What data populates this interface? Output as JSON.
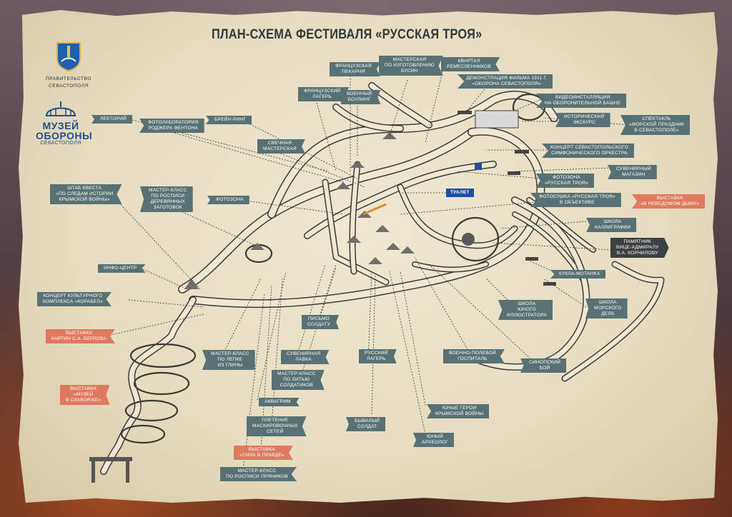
{
  "title": "ПЛАН-СХЕМА ФЕСТИВАЛЯ «РУССКАЯ ТРОЯ»",
  "logos": {
    "government_line1": "ПРАВИТЕЛЬСТВО",
    "government_line2": "СЕВАСТОПОЛЯ",
    "museum_line1": "МУЗЕЙ",
    "museum_line2": "ОБОРОНЫ",
    "museum_line3": "СЕВАСТОПОЛЯ"
  },
  "colors": {
    "label_default": "#577174",
    "label_exhibition": "#e07a5f",
    "label_monument": "#3d4042",
    "label_toilet": "#1e4fa0",
    "road_stroke": "#3a3a3a",
    "road_fill": "#efe7d2"
  },
  "labels": [
    {
      "id": "french-bakery",
      "text": "Французская\nпекарня",
      "style": "default"
    },
    {
      "id": "bead-workshop",
      "text": "Мастерская\nпо изготовлению\nбусин",
      "style": "default"
    },
    {
      "id": "artisans-quarter",
      "text": "Квартал\nремесленников",
      "style": "default"
    },
    {
      "id": "film-1911",
      "text": "Демонстрация фильма 1911 г.\n«Оборона Севастополя»",
      "style": "default"
    },
    {
      "id": "video-installation",
      "text": "Видеоинсталляция\nна Оборонительной башне",
      "style": "default"
    },
    {
      "id": "historical-tour",
      "text": "Исторический\nэкскурс",
      "style": "default"
    },
    {
      "id": "sea-holiday-play",
      "text": "Спектакль\n«Морской праздник\nв Севастополе»",
      "style": "default"
    },
    {
      "id": "french-camp",
      "text": "Французский\nлагерь",
      "style": "default"
    },
    {
      "id": "military-bowling",
      "text": "Военный\nбоулинг",
      "style": "default"
    },
    {
      "id": "lecture-hall",
      "text": "Лекторий",
      "style": "default"
    },
    {
      "id": "fenton-photolab",
      "text": "Фотолаборатория\nРоджера Фентона",
      "style": "default"
    },
    {
      "id": "brain-ring",
      "text": "Брейн-ринг",
      "style": "default"
    },
    {
      "id": "candle-workshop",
      "text": "Свечная\nмастерская",
      "style": "default"
    },
    {
      "id": "symphony-concert",
      "text": "Концерт Севастопольского\nсимфонического оркестра",
      "style": "default"
    },
    {
      "id": "souvenir-shop",
      "text": "Сувенирный\nмагазин",
      "style": "default"
    },
    {
      "id": "photozone-troy",
      "text": "Фотозона\n«Русская Троя»",
      "style": "default"
    },
    {
      "id": "quest-hq",
      "text": "Штаб квеста\n«По следам истории\nКрымской войны»",
      "style": "default"
    },
    {
      "id": "wood-painting-mc",
      "text": "Мастер-класс\nпо росписи\nдеревянных\nзаготовок",
      "style": "default"
    },
    {
      "id": "photozone",
      "text": "Фотозона",
      "style": "default"
    },
    {
      "id": "toilet",
      "text": "ТУАЛЕТ",
      "style": "toilet"
    },
    {
      "id": "photobooth",
      "text": "Фотосушка «Русская Троя»\nв объективе",
      "style": "default"
    },
    {
      "id": "exhibition-smoke",
      "text": "Выставка\n«В неведомом дыму»",
      "style": "exhibition"
    },
    {
      "id": "calligraphy",
      "text": "Школа\nкаллиграфии",
      "style": "default"
    },
    {
      "id": "kornilov-monument",
      "text": "Памятник\nвице-адмиралу\nВ.А. Корнилову",
      "style": "monument"
    },
    {
      "id": "info-center",
      "text": "Инфо-центр",
      "style": "default"
    },
    {
      "id": "motanka-doll",
      "text": "Кукла-мотанка",
      "style": "default"
    },
    {
      "id": "korabel-concert",
      "text": "Концерт культурного\nкомплекса «Корабел»",
      "style": "default"
    },
    {
      "id": "illustrator-school",
      "text": "Школа\nюного\nиллюстратора",
      "style": "default"
    },
    {
      "id": "sea-affairs-school",
      "text": "Школа\nморского\nдела",
      "style": "default"
    },
    {
      "id": "letter-to-soldier",
      "text": "Письмо\nсолдату",
      "style": "default"
    },
    {
      "id": "berlov-exhibition",
      "text": "Выставка\nкартин С.А. Берлова",
      "style": "exhibition"
    },
    {
      "id": "clay-mc",
      "text": "Мастер-класс\nпо лепке\nиз глины",
      "style": "default"
    },
    {
      "id": "souvenir-stall",
      "text": "Сувенирная\nлавка",
      "style": "default"
    },
    {
      "id": "russian-camp",
      "text": "Русский\nлагерь",
      "style": "default"
    },
    {
      "id": "field-hospital",
      "text": "Военно-полевой\nгоспиталь",
      "style": "default"
    },
    {
      "id": "sinop-battle",
      "text": "Синопский\nбой",
      "style": "default"
    },
    {
      "id": "suitcase-museum",
      "text": "Выставка\n«Музей\nв саквояже»",
      "style": "exhibition"
    },
    {
      "id": "soldier-casting-mc",
      "text": "Мастер-класс\nпо литью\nсолдатиков",
      "style": "default"
    },
    {
      "id": "aquagrim",
      "text": "Аквагрим",
      "style": "default"
    },
    {
      "id": "young-heroes",
      "text": "Юные герои\nКрымской войны",
      "style": "default"
    },
    {
      "id": "camo-net-weaving",
      "text": "Плетение\nмаскировочных\nсетей",
      "style": "default"
    },
    {
      "id": "veteran-soldier",
      "text": "Бывалый\nсолдат",
      "style": "default"
    },
    {
      "id": "young-archaeologist",
      "text": "Юный\nархеолог",
      "style": "default"
    },
    {
      "id": "strength-in-truth",
      "text": "Выставка\n«Сила в правде»",
      "style": "exhibition"
    },
    {
      "id": "gingerbread-mc",
      "text": "Мастер-класс\nпо росписи пряников",
      "style": "default"
    }
  ]
}
